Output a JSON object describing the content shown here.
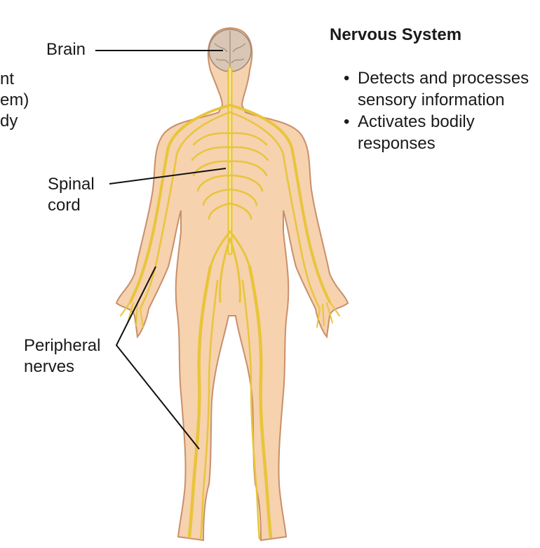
{
  "labels": {
    "brain": "Brain",
    "spinal_cord": "Spinal\ncord",
    "peripheral_nerves": "Peripheral\nnerves"
  },
  "cropped_left_text": "nt\nem)\ndy",
  "panel": {
    "title": "Nervous System",
    "bullets": [
      "Detects and processes sensory information",
      "Activates bodily responses"
    ]
  },
  "colors": {
    "skin": "#f6d2ae",
    "skin_outline": "#c98f6a",
    "nerve": "#e8c53a",
    "brain": "#d9c6b4",
    "leader_line": "#111111"
  }
}
